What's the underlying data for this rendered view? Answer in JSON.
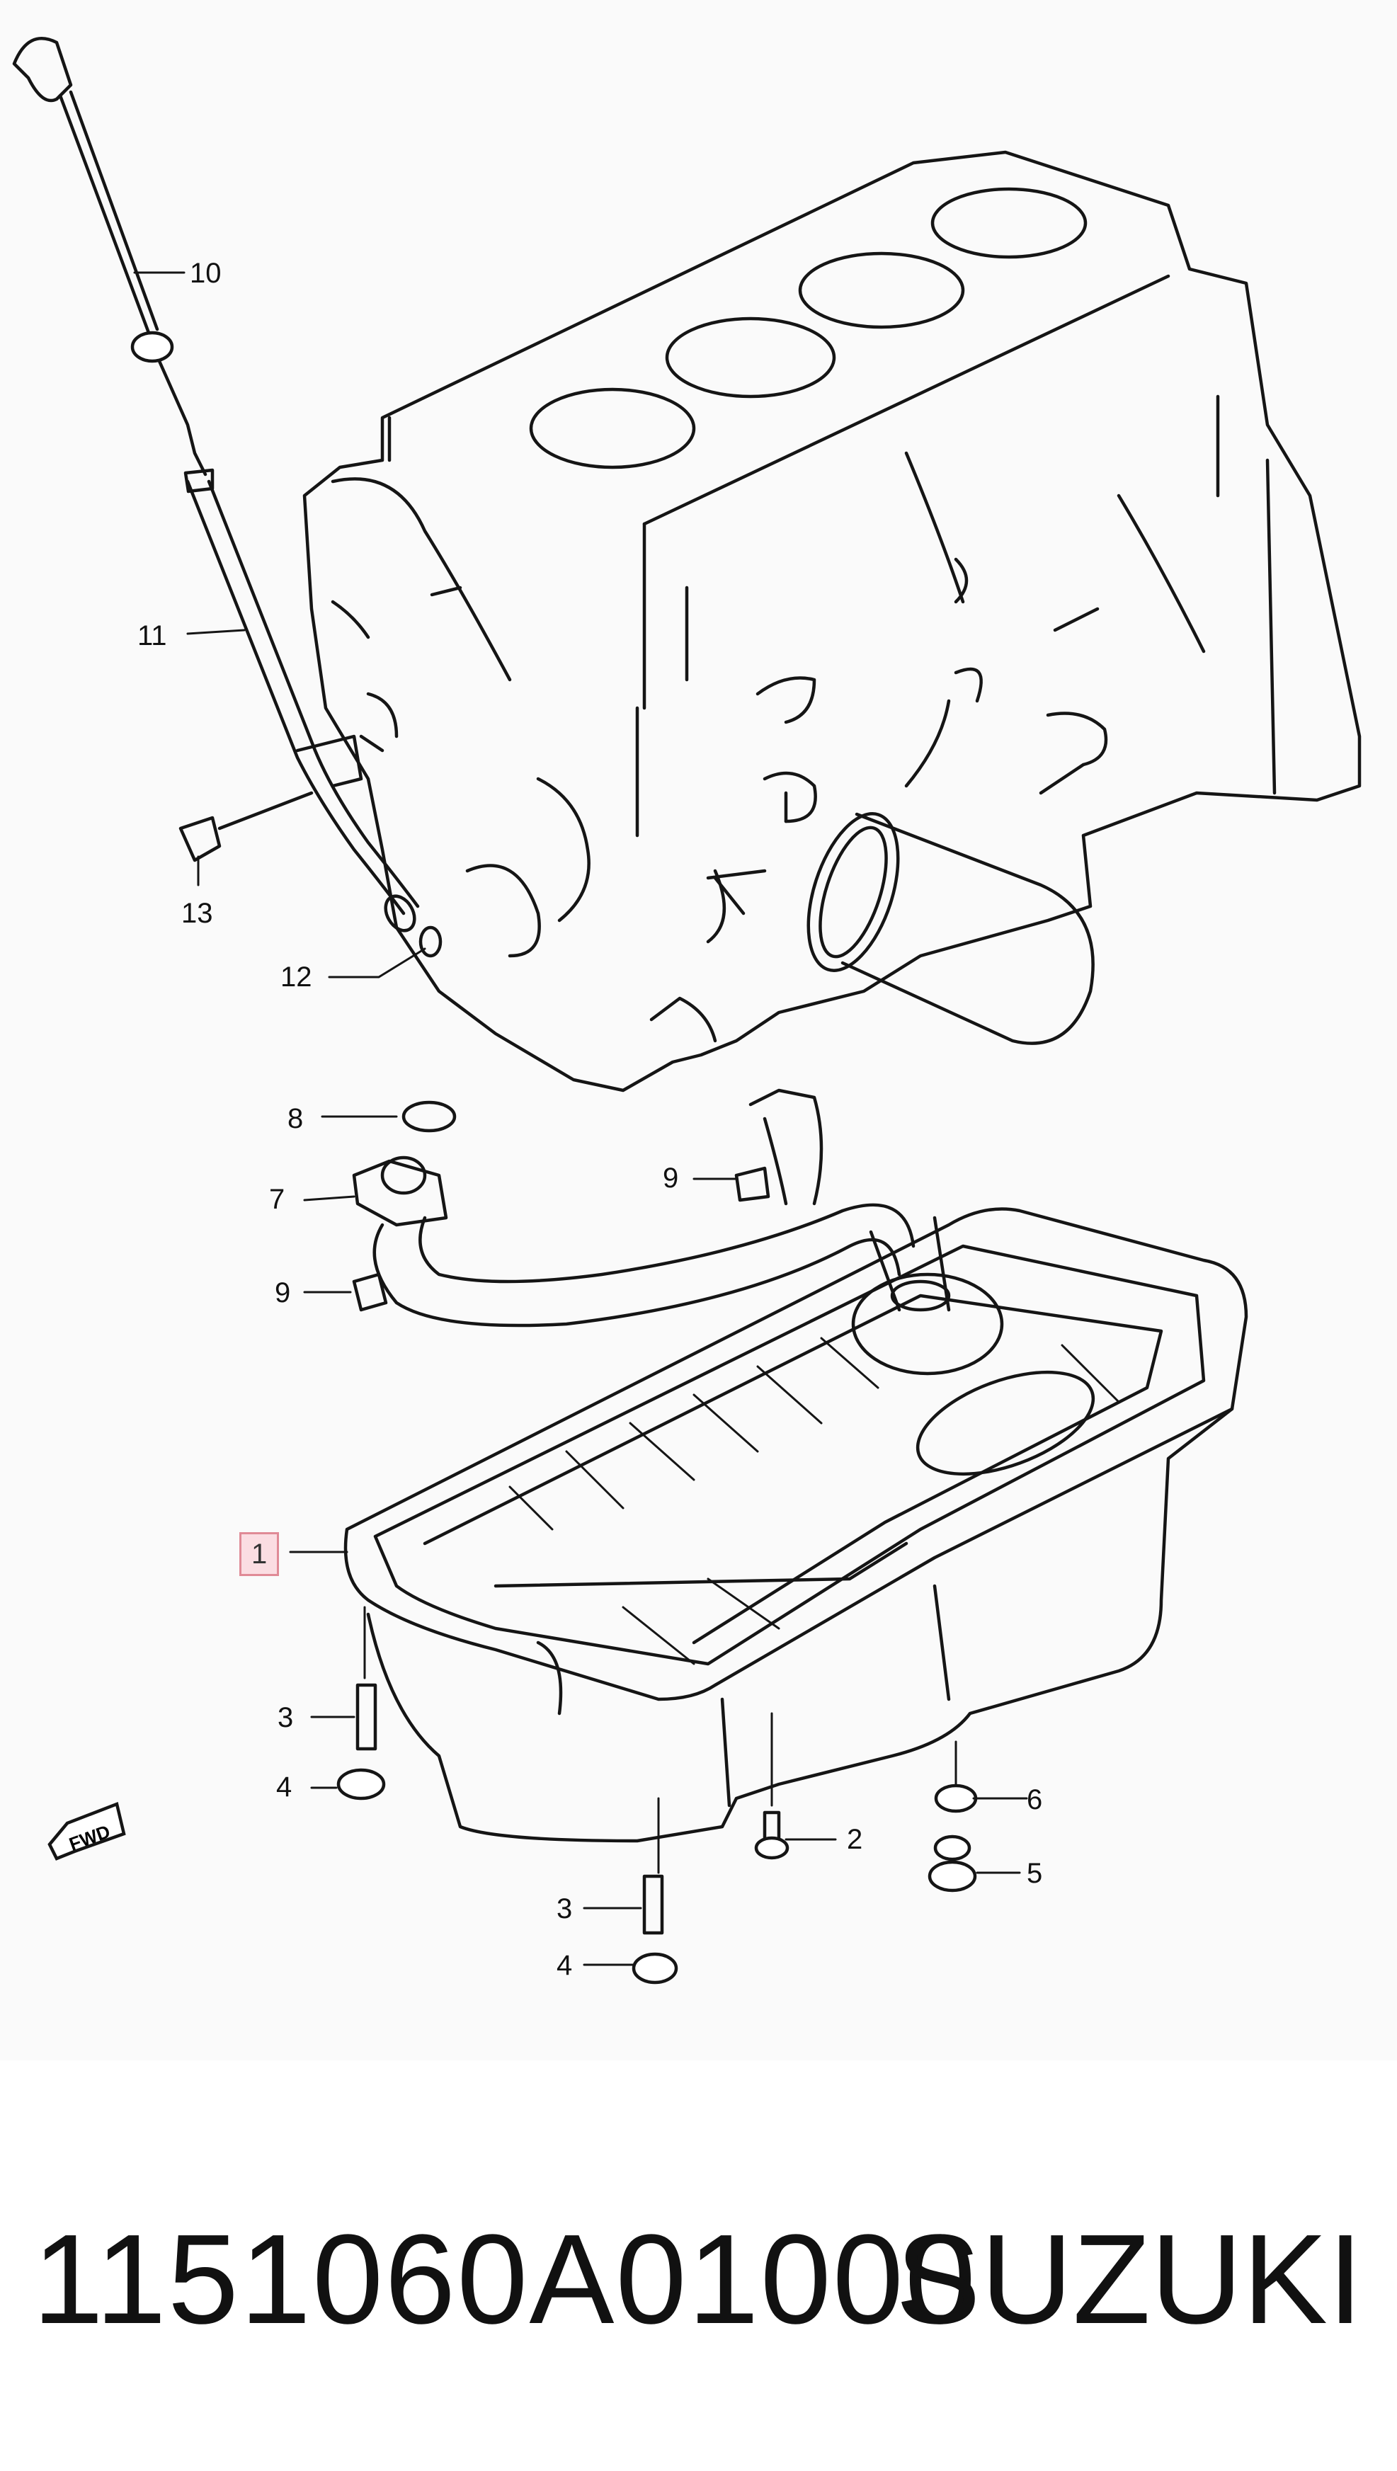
{
  "diagram": {
    "callouts": [
      {
        "id": "10",
        "label": "10"
      },
      {
        "id": "11",
        "label": "11"
      },
      {
        "id": "13",
        "label": "13"
      },
      {
        "id": "12",
        "label": "12"
      },
      {
        "id": "8",
        "label": "8"
      },
      {
        "id": "7",
        "label": "7"
      },
      {
        "id": "9a",
        "label": "9"
      },
      {
        "id": "9b",
        "label": "9"
      },
      {
        "id": "1",
        "label": "1",
        "highlighted": true
      },
      {
        "id": "3a",
        "label": "3"
      },
      {
        "id": "4a",
        "label": "4"
      },
      {
        "id": "6",
        "label": "6"
      },
      {
        "id": "2",
        "label": "2"
      },
      {
        "id": "5",
        "label": "5"
      },
      {
        "id": "3b",
        "label": "3"
      },
      {
        "id": "4b",
        "label": "4"
      }
    ],
    "fwd_label": "FWD",
    "highlight_color": "#fbdde2",
    "highlight_border": "#e08a96"
  },
  "footer": {
    "part_number": "1151060A01000",
    "brand": "SUZUKI"
  }
}
